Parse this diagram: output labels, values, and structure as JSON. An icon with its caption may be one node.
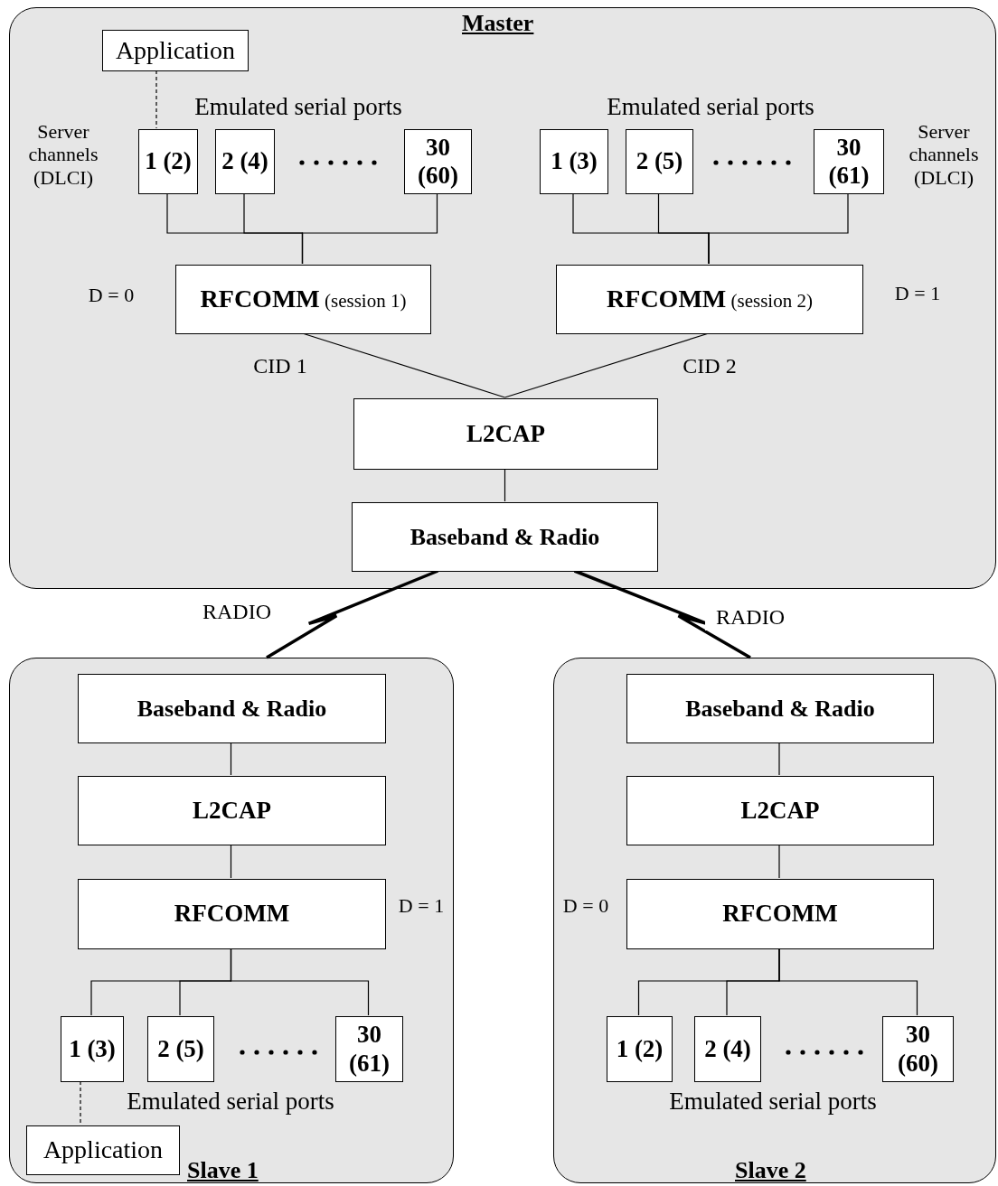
{
  "diagram": {
    "nodes": [
      {
        "text": [
          "Master"
        ]
      },
      {
        "text": [
          "Application"
        ],
        "in": 0
      },
      {
        "text": [
          "1 (2)"
        ],
        "in": 0
      },
      {
        "text": [
          "2 (4)"
        ],
        "in": 0
      },
      {
        "text": [
          "30 (60)"
        ],
        "in": 0
      },
      {
        "text": [
          "1 (3)"
        ],
        "in": 0
      },
      {
        "text": [
          "2 (5)"
        ],
        "in": 0
      },
      {
        "text": [
          "30 (61)"
        ],
        "in": 0
      },
      {
        "text": [
          "**RFCOMM** (session 1)"
        ],
        "in": 0,
        "beside": [
          "D = 0"
        ]
      },
      {
        "text": [
          "**RFCOMM** (session 2)"
        ],
        "in": 0,
        "beside": [
          "D = 1"
        ]
      },
      {
        "text": [
          "L2CAP"
        ],
        "in": 0
      },
      {
        "text": [
          "Baseband & Radio"
        ],
        "in": 0
      },
      {
        "text": [
          "Slave 1"
        ]
      },
      {
        "text": [
          "Baseband & Radio"
        ],
        "in": 12
      },
      {
        "text": [
          "L2CAP"
        ],
        "in": 12
      },
      {
        "text": [
          "RFCOMM"
        ],
        "in": 12,
        "beside": [
          "D = 1"
        ]
      },
      {
        "text": [
          "1 (3)"
        ],
        "in": 12
      },
      {
        "text": [
          "2 (5)"
        ],
        "in": 12
      },
      {
        "text": [
          "30 (61)"
        ],
        "in": 12
      },
      {
        "text": [
          "Application"
        ],
        "in": 12
      },
      {
        "text": [
          "Slave 2"
        ]
      },
      {
        "text": [
          "Baseband & Radio"
        ],
        "in": 20
      },
      {
        "text": [
          "L2CAP"
        ],
        "in": 20
      },
      {
        "text": [
          "RFCOMM"
        ],
        "in": 20,
        "beside": [
          "D = 0"
        ]
      },
      {
        "text": [
          "1 (2)"
        ],
        "in": 20
      },
      {
        "text": [
          "2 (4)"
        ],
        "in": 20
      },
      {
        "text": [
          "30 (60)"
        ],
        "in": 20
      }
    ],
    "edges": [
      {
        "from": 1,
        "to": 2,
        "arrow": "none",
        "style": "dashed"
      },
      {
        "from": 2,
        "to": 8,
        "arrow": "none"
      },
      {
        "from": 3,
        "to": 8,
        "arrow": "none"
      },
      {
        "from": 4,
        "to": 8,
        "arrow": "none"
      },
      {
        "from": 5,
        "to": 9,
        "arrow": "none"
      },
      {
        "from": 6,
        "to": 9,
        "arrow": "none"
      },
      {
        "from": 7,
        "to": 9,
        "arrow": "none"
      },
      {
        "from": 8,
        "to": 10,
        "arrow": "none",
        "label": "CID 1"
      },
      {
        "from": 9,
        "to": 10,
        "arrow": "none",
        "label": "CID 2"
      },
      {
        "from": 10,
        "to": 11,
        "arrow": "none"
      },
      {
        "from": 11,
        "to": 12,
        "arrow": "none",
        "label": "RADIO",
        "style": "thick"
      },
      {
        "from": 11,
        "to": 20,
        "arrow": "none",
        "label": "RADIO",
        "style": "thick"
      },
      {
        "from": 13,
        "to": 14,
        "arrow": "none"
      },
      {
        "from": 14,
        "to": 15,
        "arrow": "none"
      },
      {
        "from": 15,
        "to": 16,
        "arrow": "none"
      },
      {
        "from": 15,
        "to": 17,
        "arrow": "none"
      },
      {
        "from": 15,
        "to": 18,
        "arrow": "none"
      },
      {
        "from": 16,
        "to": 19,
        "arrow": "none",
        "style": "dashed"
      },
      {
        "from": 21,
        "to": 22,
        "arrow": "none"
      },
      {
        "from": 22,
        "to": 23,
        "arrow": "none"
      },
      {
        "from": 23,
        "to": 24,
        "arrow": "none"
      },
      {
        "from": 23,
        "to": 25,
        "arrow": "none"
      },
      {
        "from": 23,
        "to": 26,
        "arrow": "none"
      }
    ],
    "labels": [
      "Emulated serial ports",
      "Emulated serial ports",
      "Server channels (DLCI)",
      "Server channels (DLCI)",
      "Emulated serial ports",
      "Emulated serial ports"
    ]
  }
}
